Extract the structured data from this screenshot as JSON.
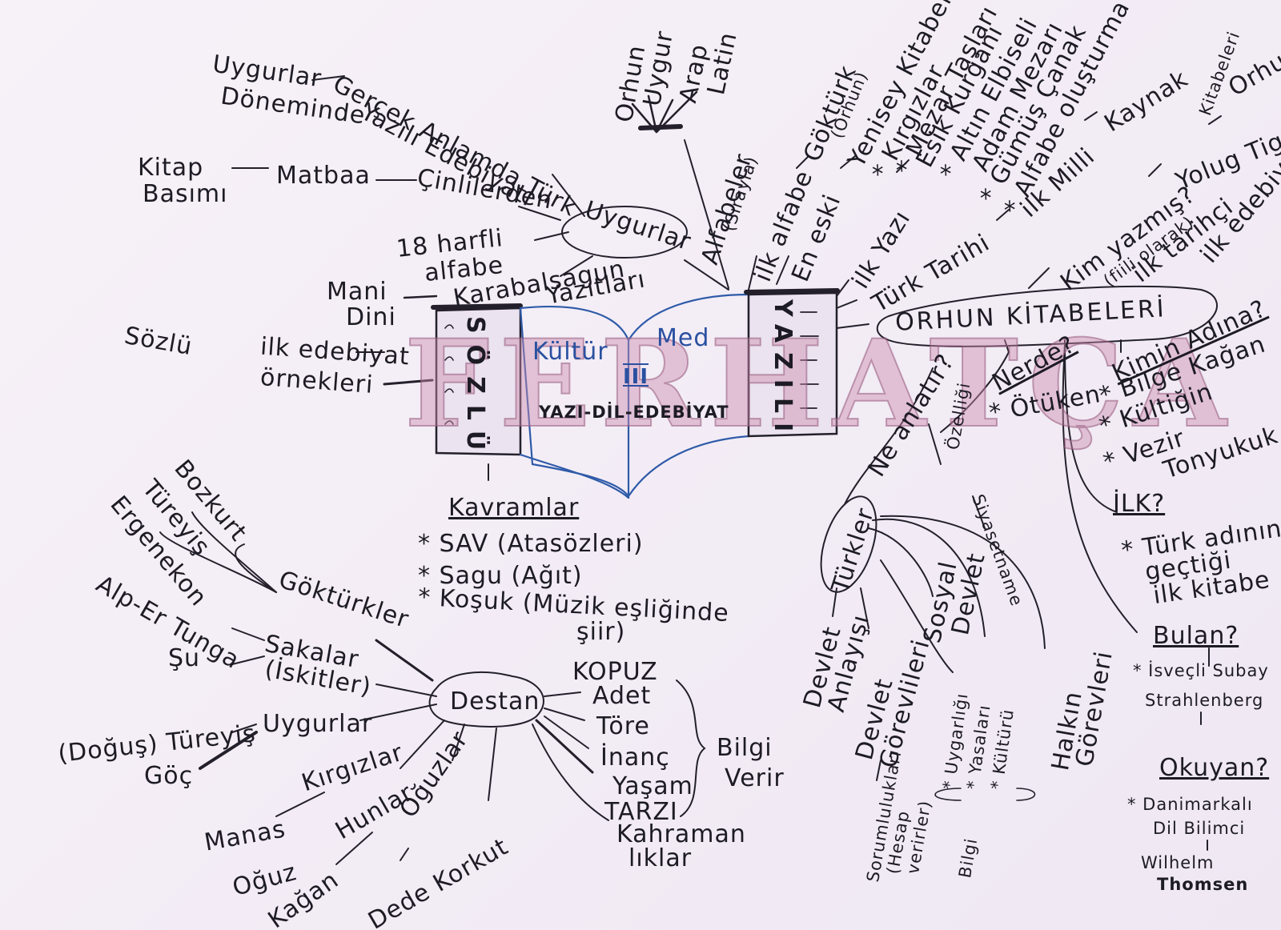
{
  "watermark": "FERHATÇA",
  "center": {
    "sozlu": "SÖZLÜ",
    "yazili": "YAZILI",
    "kultur": "Kültür",
    "med": "Med",
    "unit": "III",
    "title": "YAZI-DİL-EDEBİYAT"
  },
  "sozlu": {
    "label": "Sözlü",
    "ilk_edebiyat": [
      "ilk edebiyat",
      "örnekleri"
    ],
    "mani": [
      "Mani",
      "Dini"
    ],
    "kavramlar": "Kavramlar",
    "kavram_items": [
      "* SAV (Atasözleri)",
      "* Sagu (Ağıt)",
      "* Koşuk (Müzik eşliğinde",
      "şiir)"
    ],
    "kopuz": "KOPUZ"
  },
  "uygurlar": {
    "label": "Uygurlar",
    "gercek": [
      "Gerçek Anlamda Türk",
      "Yazılı Edebiyatı"
    ],
    "doneminde": [
      "Uygurlar",
      "Döneminde"
    ],
    "cinlilerden": "Çinlilerden",
    "matbaa": "Matbaa",
    "kitap": [
      "Kitap",
      "Basımı"
    ],
    "alfabe": [
      "18 harfli",
      "alfabe"
    ],
    "karabalsagun": [
      "Karabalsagun",
      "Yazıtları"
    ]
  },
  "alfabeler": {
    "label": [
      "Alfabeler",
      "(Sırayla)"
    ],
    "items": [
      "Orhun",
      "Uygur",
      "Arap",
      "Latin"
    ]
  },
  "yazili": {
    "ilk_alfabe": "ilk alfabe",
    "gokturk": [
      "Göktürk",
      "(Orhun)"
    ],
    "en_eski": "En eski",
    "yenisey": "Yenisey Kitabeleri",
    "yenisey_items": [
      "* Kırgızlar",
      "* Mezar Taşları"
    ],
    "ilk_yazi": "ilk Yazı",
    "esik_kurgani": "Esik Kurganı",
    "esik_items": [
      "* Altın Elbiseli",
      "Adam Mezarı",
      "* Gümüş Çanak",
      "* Alfabe oluşturma"
    ],
    "turk_tarihi": "Türk Tarihi",
    "ilk_milli": "ilk Milli",
    "kaynak": "Kaynak",
    "orhun_kitabeleri_ref": [
      "Orhun",
      "Kitabeleri"
    ]
  },
  "orhun": {
    "label": "ORHUN KİTABELERİ",
    "kim_yazmis": [
      "Kim yazmış?",
      "(fiili olarak)"
    ],
    "yolug_tigin": "Yolug Tigin",
    "ilk_tarihci": "ilk tarihçi",
    "ilk_edebiyatci": "ilk edebiyatçı",
    "nerde": "Nerde?",
    "otuken": "* Ötüken",
    "kimin_adina": "Kimin Adına?",
    "kimin_items": [
      "* Bilge Kağan",
      "* Kültiğin",
      "* Vezir",
      "Tonyukuk"
    ],
    "ne_anlatir": "Ne anlatır?",
    "ozelligi": "Özelliği",
    "siyasetname": "Siyasetname",
    "ilk": "İLK?",
    "ilk_items": [
      "* Türk adının",
      "geçtiği",
      "ilk kitabe"
    ],
    "bulan": "Bulan?",
    "bulan_items": [
      "* İsveçli Subay",
      "Strahlenberg"
    ],
    "okuyan": "Okuyan?",
    "okuyan_items": [
      "* Danimarkalı",
      "Dil Bilimci",
      "Wilhelm",
      "Thomsen"
    ]
  },
  "turkler": {
    "label": "Türkler",
    "devlet_anlayisi": [
      "Devlet",
      "Anlayışı"
    ],
    "devlet_gorevlileri": [
      "Devlet",
      "Görevlileri"
    ],
    "sorumluluklari": [
      "Sorumlulukları",
      "(Hesap",
      "verirler)"
    ],
    "sosyal_devlet": [
      "Sosyal",
      "Devlet"
    ],
    "uygarlik_items": [
      "* Uygarlığı",
      "* Yasaları",
      "* Kültürü"
    ],
    "bilgi": "Bilgi",
    "halkin_gorevleri": [
      "Halkın",
      "Görevleri"
    ]
  },
  "destan": {
    "label": "Destan",
    "gokturkler": "Göktürkler",
    "gokturk_items": [
      "Bozkurt",
      "Türeyiş",
      "Ergenekon"
    ],
    "sakalar": [
      "Sakalar",
      "(İskitler)"
    ],
    "saka_items": [
      "Alp-Er Tunga",
      "Şu"
    ],
    "uygurlar": "Uygurlar",
    "uygur_items": [
      "(Doğuş) Türeyiş",
      "Göç"
    ],
    "kirgizlar": "Kırgızlar",
    "manas": "Manas",
    "hunlar": "Hunlar",
    "oguz_kagan": [
      "Oğuz",
      "Kağan"
    ],
    "oguzlar": "Oğuzlar",
    "dede_korkut": "Dede Korkut",
    "bilgi_items": [
      "Adet",
      "Töre",
      "İnanç",
      "Yaşam",
      "TARZI",
      "Kahraman",
      "lıklar"
    ],
    "bilgi_verir": [
      "Bilgi",
      "Verir"
    ]
  }
}
